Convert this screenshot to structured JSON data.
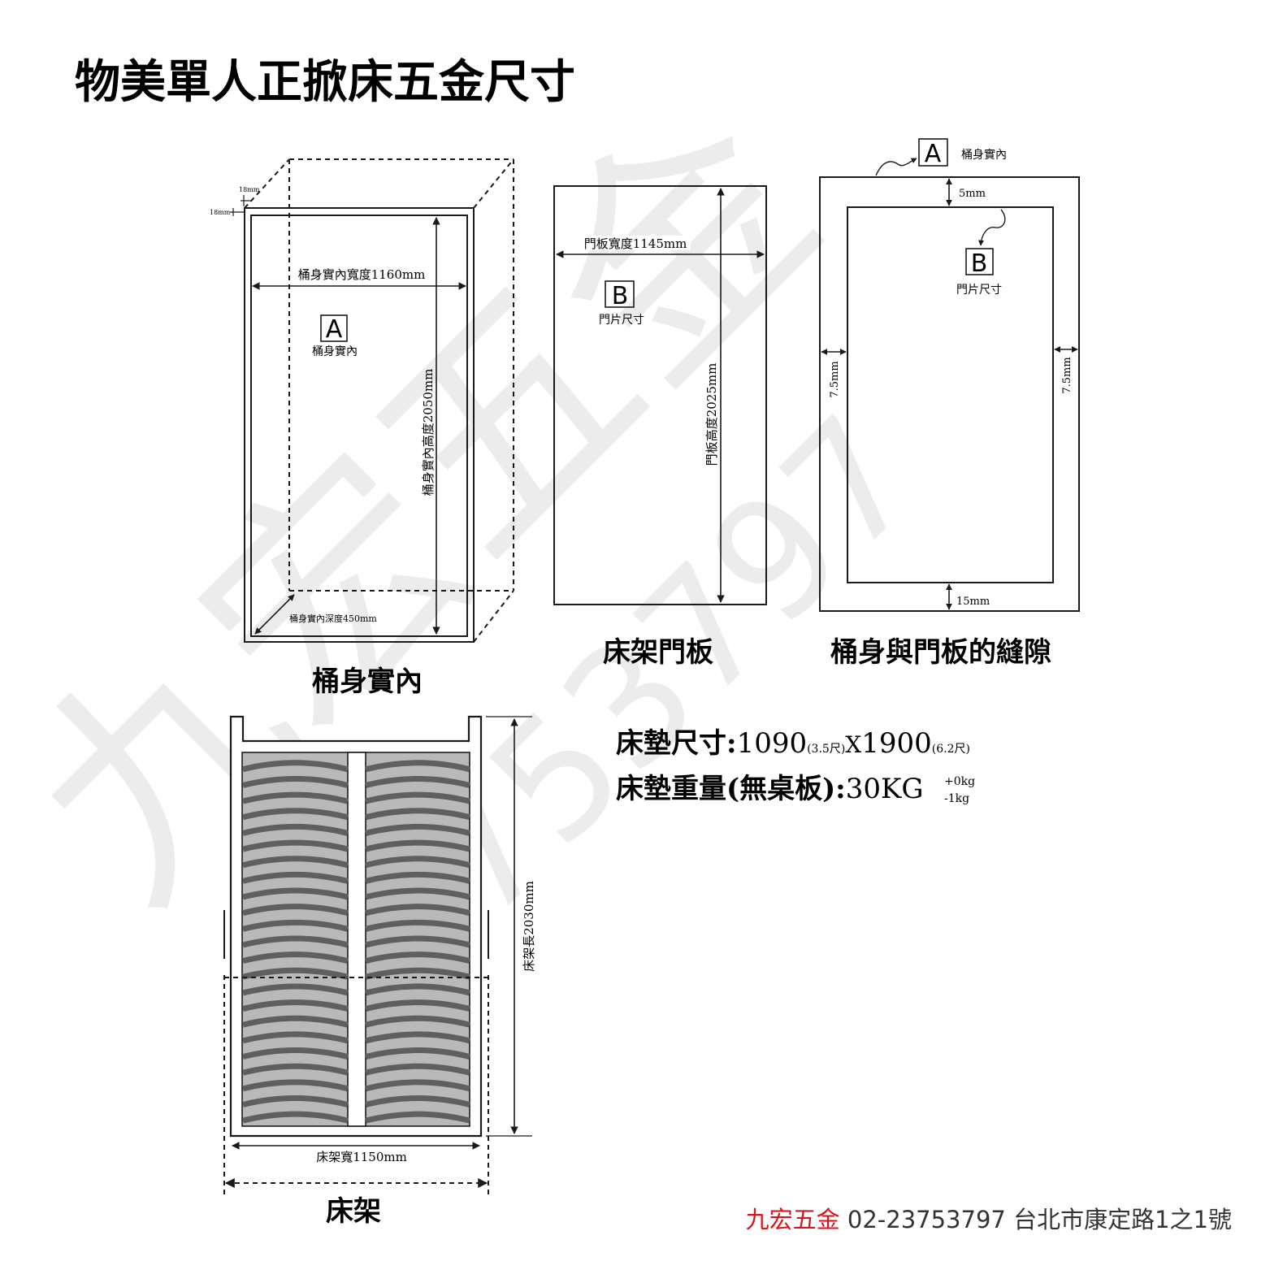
{
  "page_title": "物美單人正掀床五金尺寸",
  "watermark": {
    "text1": "九宏五金",
    "text2": "23753797"
  },
  "cabinet": {
    "caption": "桶身實內",
    "width_label": "桶身實內寬度1160mm",
    "height_label": "桶身實內高度2050mm",
    "depth_label": "桶身實內深度450mm",
    "thickness_label_a": "18mm",
    "thickness_label_b": "18mm",
    "marker": "A",
    "marker_label": "桶身實內"
  },
  "door": {
    "caption": "床架門板",
    "width_label": "門板寬度1145mm",
    "height_label": "門板高度2025mm",
    "marker": "B",
    "marker_label": "門片尺寸"
  },
  "gap": {
    "caption": "桶身與門板的縫隙",
    "marker_a": "A",
    "marker_a_label": "桶身實內",
    "marker_b": "B",
    "marker_b_label": "門片尺寸",
    "top_gap": "5mm",
    "side_gap_left": "7.5mm",
    "side_gap_right": "7.5mm",
    "bottom_gap": "15mm"
  },
  "frame": {
    "caption": "床架",
    "width_label": "床架寬1150mm",
    "length_label": "床架長2030mm",
    "slat_count": 23
  },
  "specs": {
    "mattress_prefix": "床墊尺寸:",
    "mattress_w": "1090",
    "mattress_w_unit": "(3.5尺)",
    "mattress_x": "X",
    "mattress_l": "1900",
    "mattress_l_unit": "(6.2尺)",
    "weight_prefix": "床墊重量(無桌板):",
    "weight_value": "30KG",
    "tolerance_plus": "+0kg",
    "tolerance_minus": "-1kg"
  },
  "footer": {
    "company": "九宏五金",
    "phone": "02-23753797",
    "address": "台北市康定路1之1號"
  },
  "colors": {
    "line": "#1a1a1a",
    "slat_dark": "#5f5f5f",
    "slat_light": "#b9b9b9",
    "company": "#d7161c",
    "text_gray": "#333333"
  }
}
